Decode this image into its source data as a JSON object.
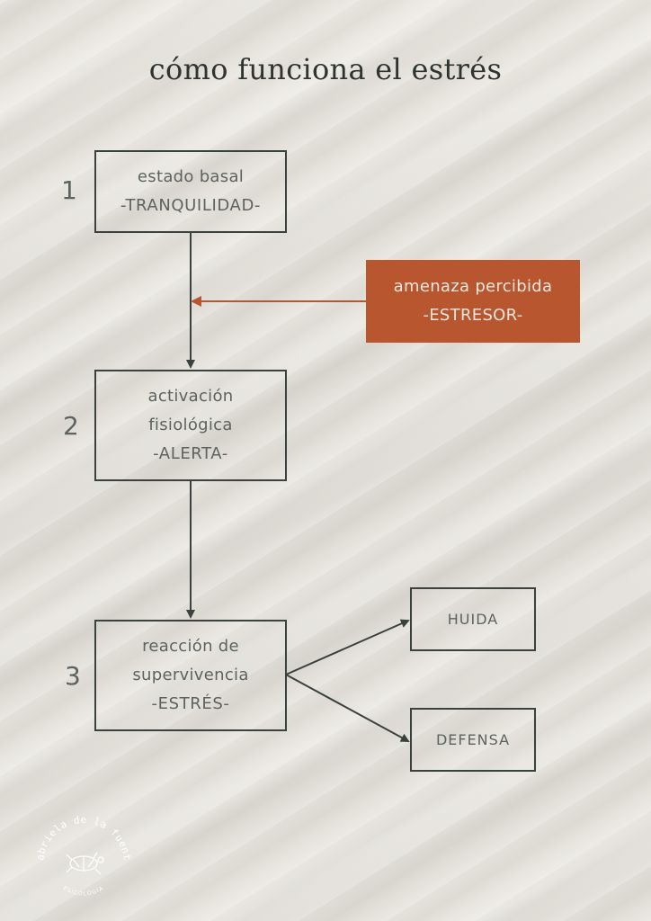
{
  "title": "cómo funciona el estrés",
  "steps": [
    {
      "number": "1",
      "line1": "estado basal",
      "line2": "",
      "sub": "-TRANQUILIDAD-"
    },
    {
      "number": "2",
      "line1": "activación",
      "line2": "fisiológica",
      "sub": "-ALERTA-"
    },
    {
      "number": "3",
      "line1": "reacción de",
      "line2": "supervivencia",
      "sub": "-ESTRÉS-"
    }
  ],
  "stressor": {
    "line1": "amenaza percibida",
    "sub": "-ESTRESOR-"
  },
  "outcomes": [
    "HUIDA",
    "DEFENSA"
  ],
  "logo": {
    "text": "gabriela de la fuente",
    "subtext": "PSICOLOGÍA"
  },
  "colors": {
    "line": "#3b423d",
    "stressor_fill": "#b8562f",
    "stressor_arrow": "#b8562f",
    "text": "#5d635f"
  }
}
